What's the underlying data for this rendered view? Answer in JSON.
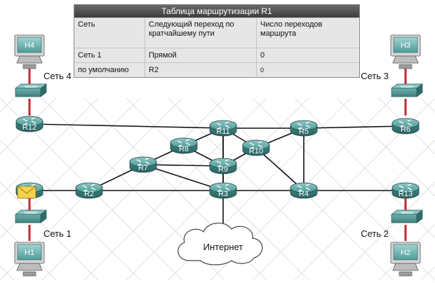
{
  "table": {
    "title": "Таблица маршрутизации R1",
    "headers": [
      "Сеть",
      "Следующий переход по кратчайшему пути",
      "Число переходов маршрута"
    ],
    "rows": [
      [
        "Сеть 1",
        "Прямой",
        "0"
      ],
      [
        "по умолчанию",
        "R2",
        "0"
      ]
    ]
  },
  "routers": [
    "R12",
    "R11",
    "R5",
    "R6",
    "R8",
    "R10",
    "R7",
    "R9",
    "R2",
    "R3",
    "R4",
    "R13",
    "R1"
  ],
  "hosts": [
    "H4",
    "H3",
    "H1",
    "H2"
  ],
  "networks": [
    "Сеть 4",
    "Сеть 3",
    "Сеть 1",
    "Сеть 2"
  ],
  "internet": "Интернет",
  "links": [
    [
      "R12",
      "R11"
    ],
    [
      "R11",
      "R5"
    ],
    [
      "R5",
      "R6"
    ],
    [
      "R11",
      "R8"
    ],
    [
      "R11",
      "R10"
    ],
    [
      "R11",
      "R9"
    ],
    [
      "R11",
      "R3"
    ],
    [
      "R8",
      "R7"
    ],
    [
      "R8",
      "R9"
    ],
    [
      "R7",
      "R9"
    ],
    [
      "R7",
      "R2"
    ],
    [
      "R7",
      "R3"
    ],
    [
      "R10",
      "R9"
    ],
    [
      "R10",
      "R5"
    ],
    [
      "R10",
      "R4"
    ],
    [
      "R9",
      "R3"
    ],
    [
      "R1",
      "R2"
    ],
    [
      "R2",
      "R3"
    ],
    [
      "R3",
      "R4"
    ],
    [
      "R5",
      "R4"
    ],
    [
      "R4",
      "R13"
    ],
    [
      "R3",
      "Интернет"
    ]
  ],
  "colors": {
    "router": "#3f8c8a",
    "segment": "#c0282d",
    "link": "#111111"
  }
}
